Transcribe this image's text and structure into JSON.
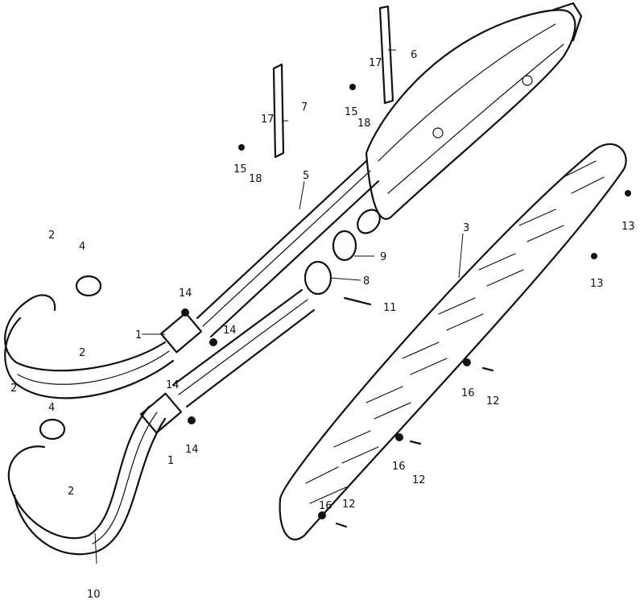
{
  "callouts": {
    "c1a": "1",
    "c1b": "1",
    "c2a": "2",
    "c2b": "2",
    "c2c": "2",
    "c2d": "2",
    "c3": "3",
    "c4a": "4",
    "c4b": "4",
    "c5": "5",
    "c6": "6",
    "c7": "7",
    "c8": "8",
    "c9": "9",
    "c10": "10",
    "c11": "11",
    "c12a": "12",
    "c12b": "12",
    "c12c": "12",
    "c13a": "13",
    "c13b": "13",
    "c14a": "14",
    "c14b": "14",
    "c14c": "14",
    "c14d": "14",
    "c15a": "15",
    "c15b": "15",
    "c16a": "16",
    "c16b": "16",
    "c16c": "16",
    "c17a": "17",
    "c17b": "17",
    "c18a": "18",
    "c18b": "18"
  }
}
